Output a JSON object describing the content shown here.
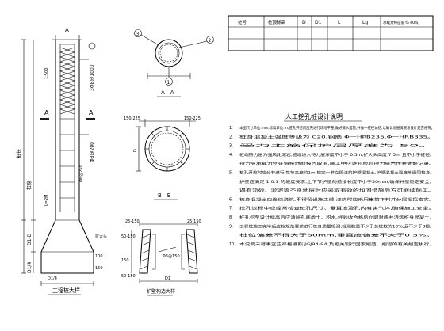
{
  "table": {
    "headers": [
      "桩号",
      "桩顶标高",
      "D",
      "D1",
      "L",
      "Lg",
      "承载力特征值 fa (KPa)"
    ]
  },
  "elevation": {
    "top_label": "A",
    "labels": [
      "1:500",
      "3Φ8@1000",
      "Φ8@200",
      "A",
      "A",
      "桩长",
      "桩身",
      "Φ8@250",
      "L=2M",
      "D1-D",
      "扩大头",
      "100",
      "150",
      "D1/4",
      "D1/4"
    ],
    "bottom_caption": "工程桩大样"
  },
  "section_aa": {
    "title": "A—A",
    "callouts": [
      "3",
      "2",
      "1"
    ]
  },
  "section_bb": {
    "title": "B—B",
    "dims": [
      "150-225",
      "150-225",
      "D"
    ]
  },
  "wall_detail": {
    "title": "护壁构造大样",
    "dims": [
      "25-150",
      "25-150",
      "Φ6@150",
      "50-150",
      "150",
      "50-150",
      "D1"
    ]
  },
  "notes": {
    "title": "人工挖孔桩设计说明",
    "items": [
      {
        "num": "1.",
        "text": "本图尺寸单位:mm,标高单位:m,桩孔开挖前应先进行场地平整,做好排水措施,并做一桩径试挖,以确认地层情况与设计是否相符。"
      },
      {
        "num": "2.",
        "text": "桩身混凝土强度等级为 C20,钢筋 Φ一HPB235,Φ一HRB335。"
      },
      {
        "num": "3.",
        "text": "受力主筋保护层厚度为 50。"
      },
      {
        "num": "4.",
        "text": "桩端持力层为强风化泥岩,桩端进入持力层深度不小于 0.5m,扩大头高度 7.5m 且不小于桩径。"
      },
      {
        "num": "",
        "text": "持力层承载力特征值按地勘报告取值,施工中应逐孔检验持力层岩性并做好记录。"
      },
      {
        "num": "5.",
        "text": "桩孔开挖时应分节进行,每节高度约1m,挖完一节立即浇筑护壁混凝土,护壁混凝土强度等级同桩身。"
      },
      {
        "num": "",
        "text": "护壁应满足 1:0.5 的坡度要求,上下节护壁的搭接长度不小于50mm,确保井壁稳定安全。"
      },
      {
        "num": "",
        "text": "遇有流砂、淤泥等不良地层时应采取有效的加固措施后方可继续施工。"
      },
      {
        "num": "6.",
        "text": "桩身混凝土应连续浇筑,不得留设施工缝,浇筑时应采用串筒下料并分层振捣密实。"
      },
      {
        "num": "7.",
        "text": "挖孔过程中应经常检查桩孔尺寸、垂直度及孔内有害气体,确保施工安全。"
      },
      {
        "num": "8.",
        "text": "桩孔挖至设计标高后应清除孔底虚土、积水,经验收合格后立即封底并浇筑桩身混凝土。"
      },
      {
        "num": "9.",
        "text": "工程桩施工完毕后应按规范要求进行桩身质量检测,检测数量不少于总桩数的10%,且不少于3根。"
      },
      {
        "num": "",
        "text": "桩位偏差不得大于50mm,垂直度偏差不大于0.5%。"
      },
      {
        "num": "10.",
        "text": "本说明未尽事宜应严格遵照 JGJ94-94 及相关现行国家规范、规程的有关规定执行。"
      }
    ]
  }
}
